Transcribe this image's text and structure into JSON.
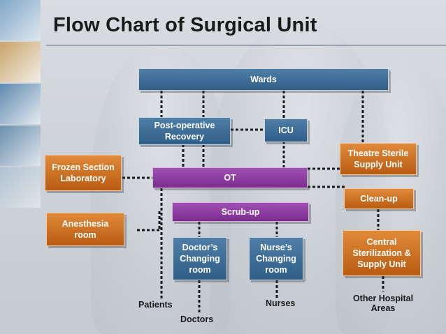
{
  "title": "Flow Chart of Surgical Unit",
  "nodes": {
    "wards": "Wards",
    "post_op": "Post-operative Recovery",
    "icu": "ICU",
    "frozen": "Frozen Section Laboratory",
    "ot": "OT",
    "theatre": "Theatre Sterile Supply Unit",
    "cleanup": "Clean-up",
    "scrub": "Scrub-up",
    "anesthesia": "Anesthesia room",
    "doctors_room": "Doctor’s Changing room",
    "nurses_room": "Nurse’s Changing room",
    "central": "Central Sterilization & Supply Unit"
  },
  "labels": {
    "patients": "Patients",
    "doctors": "Doctors",
    "nurses": "Nurses",
    "other": "Other Hospital Areas"
  },
  "colors": {
    "blue": "#2f5f88",
    "purple": "#7a2d8f",
    "orange": "#b85c12",
    "connector": "#1a1a1a"
  }
}
